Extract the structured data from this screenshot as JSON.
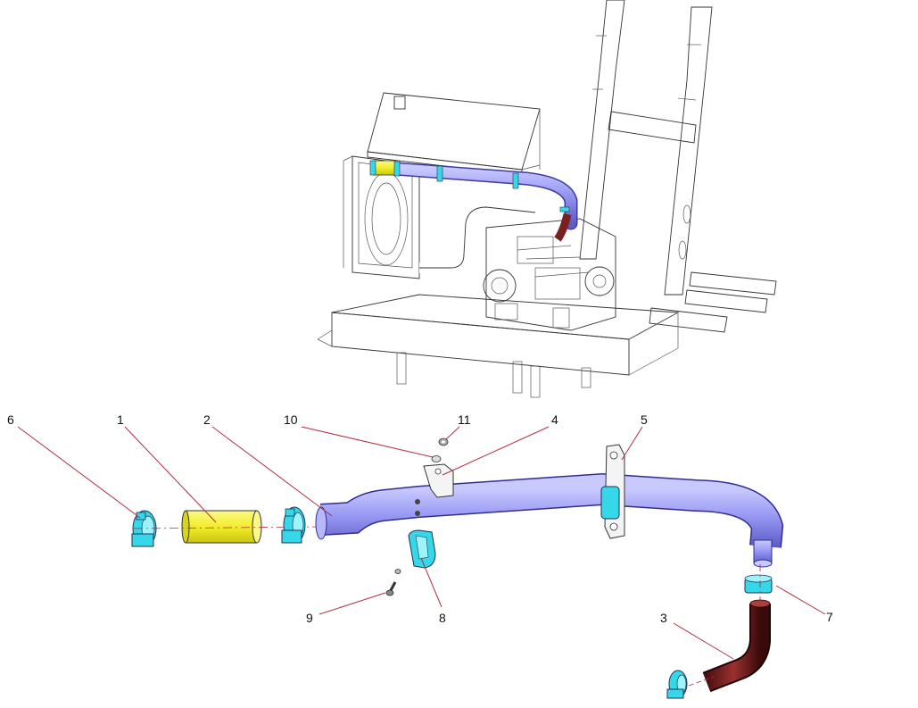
{
  "diagram": {
    "callouts": [
      {
        "id": "c1",
        "label": "1"
      },
      {
        "id": "c2",
        "label": "2"
      },
      {
        "id": "c3",
        "label": "3"
      },
      {
        "id": "c4",
        "label": "4"
      },
      {
        "id": "c5",
        "label": "5"
      },
      {
        "id": "c6",
        "label": "6"
      },
      {
        "id": "c7",
        "label": "7"
      },
      {
        "id": "c8",
        "label": "8"
      },
      {
        "id": "c9",
        "label": "9"
      },
      {
        "id": "c10",
        "label": "10"
      },
      {
        "id": "c11",
        "label": "11"
      }
    ],
    "colors": {
      "clamp": "#35d7e8",
      "sleeve": "#f2ee2a",
      "pipe": "#8f8ff0",
      "pipe_dark": "#5a5ac0",
      "elbow": "#7a2020",
      "leader": "#b03040",
      "line": "#333333"
    }
  }
}
